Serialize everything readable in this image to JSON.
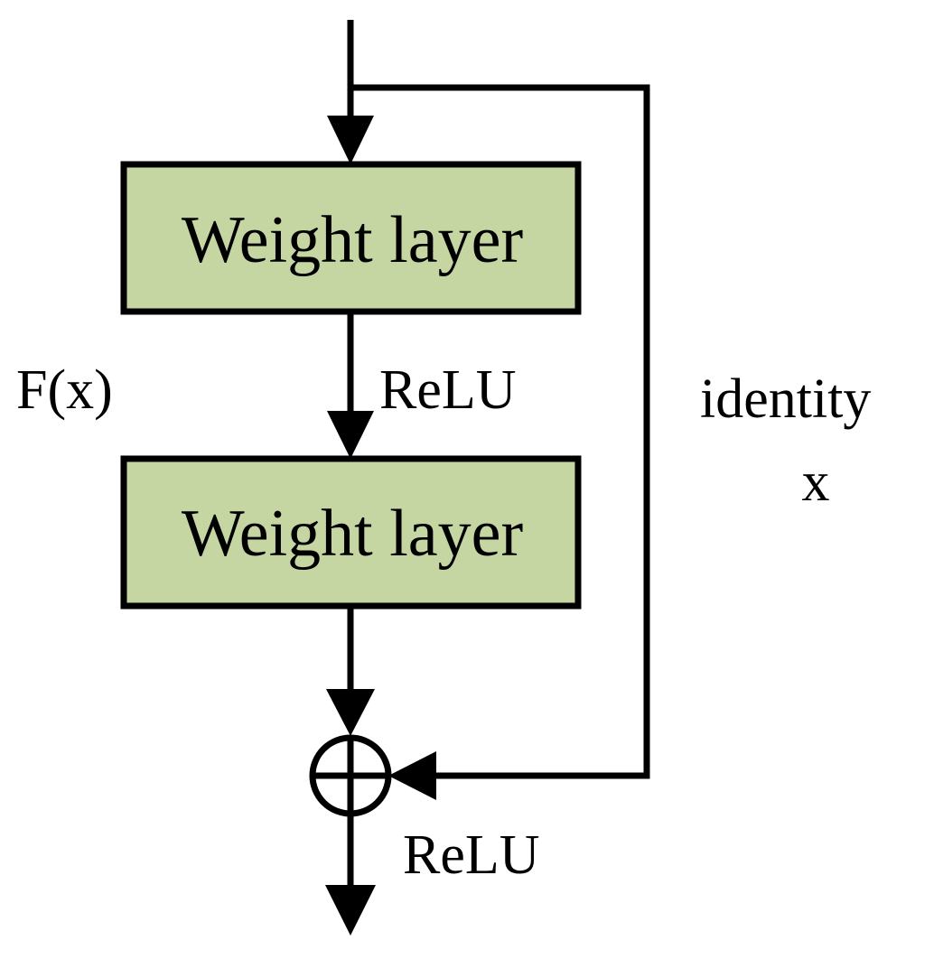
{
  "diagram": {
    "title": "Residual block",
    "blocks": [
      {
        "label": "Weight layer",
        "fill": "#c5d6a3"
      },
      {
        "label": "Weight layer",
        "fill": "#c5d6a3"
      }
    ],
    "labels": {
      "fx": "F(x)",
      "relu_mid": "ReLU",
      "relu_out": "ReLU",
      "identity": "identity",
      "identity_x": "x"
    },
    "colors": {
      "stroke": "#000000",
      "block_fill": "#c5d6a3"
    }
  }
}
